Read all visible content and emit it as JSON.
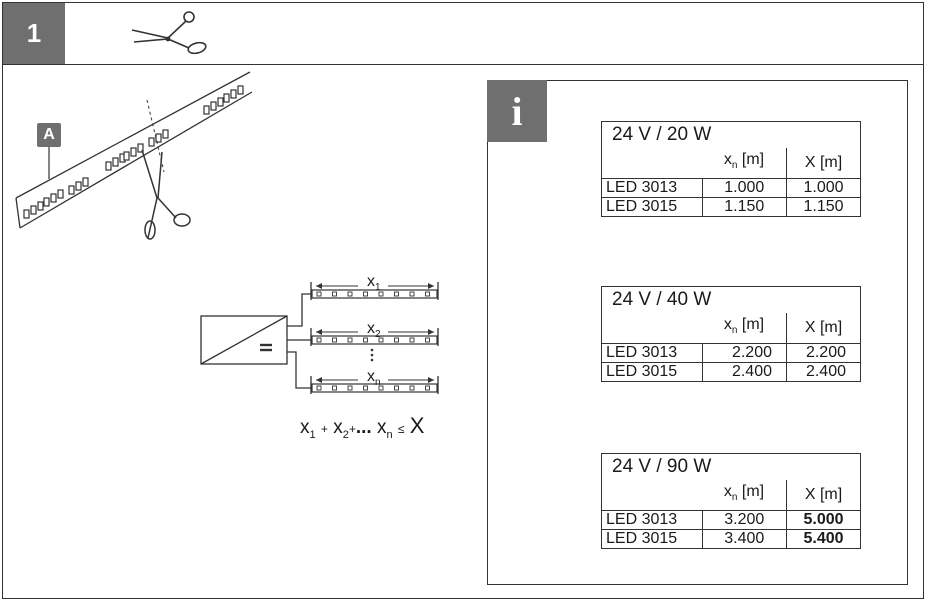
{
  "step_number": "1",
  "strip_label": "A",
  "info_icon": "i",
  "diagram": {
    "segment_labels": [
      "x",
      "x",
      "x"
    ],
    "segment_subs": [
      "1",
      "2",
      "n"
    ],
    "formula": {
      "x1": "x",
      "s1": "1",
      "plus1": "+",
      "x2": "x",
      "s2": "2",
      "plus2": "+",
      "dots": "...",
      "xn": "x",
      "sn": "n",
      "le": "≤",
      "X": "X"
    }
  },
  "tables": [
    {
      "title": "24 V / 20 W",
      "col_xn_main": "x",
      "col_xn_sub": "n",
      "col_xn_unit": " [m]",
      "col_X": "X [m]",
      "rows": [
        {
          "name": "LED 3013",
          "xn": "1.000",
          "X": "1.000"
        },
        {
          "name": "LED 3015",
          "xn": "1.150",
          "X": "1.150"
        }
      ]
    },
    {
      "title": "24 V / 40 W",
      "col_xn_main": "x",
      "col_xn_sub": "n",
      "col_xn_unit": " [m]",
      "col_X": "X [m]",
      "rows": [
        {
          "name": "LED 3013",
          "xn": "2.200",
          "X": "2.200"
        },
        {
          "name": "LED 3015",
          "xn": "2.400",
          "X": "2.400"
        }
      ]
    },
    {
      "title": "24 V / 90 W",
      "col_xn_main": "x",
      "col_xn_sub": "n",
      "col_xn_unit": " [m]",
      "col_X": "X [m]",
      "rows": [
        {
          "name": "LED 3013",
          "xn": "3.200",
          "X": "5.000"
        },
        {
          "name": "LED 3015",
          "xn": "3.400",
          "X": "5.400"
        }
      ]
    }
  ]
}
